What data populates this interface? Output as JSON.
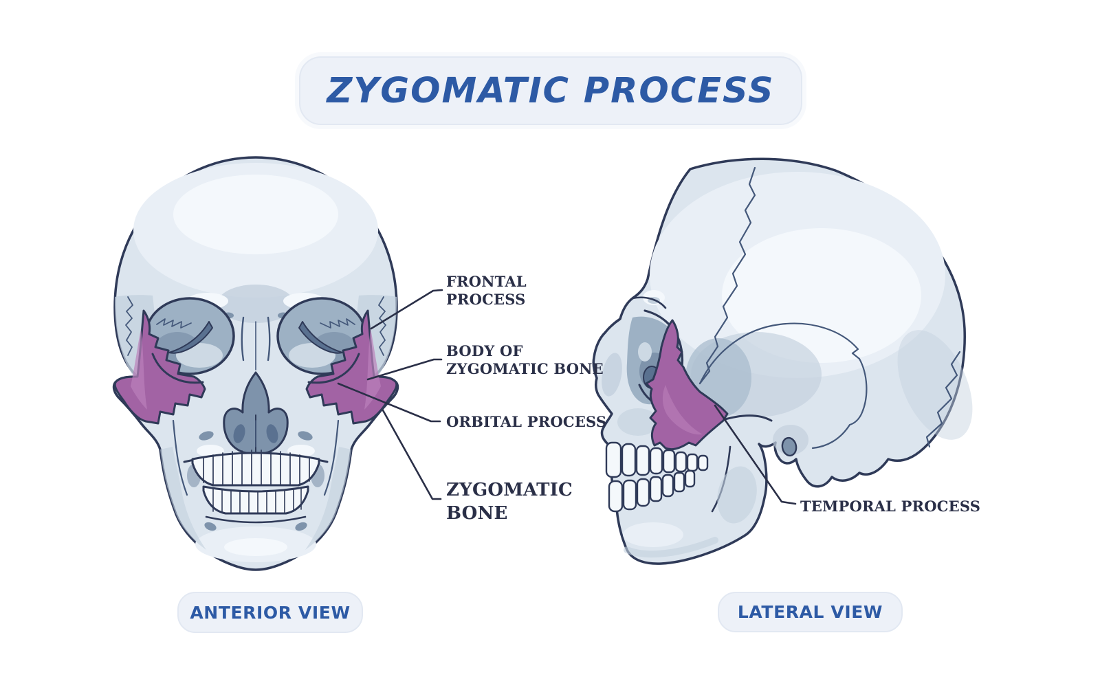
{
  "title": "ZYGOMATIC PROCESS",
  "figures": {
    "anterior": {
      "view_label": "ANTERIOR VIEW",
      "labels": {
        "frontal": "FRONTAL\nPROCESS",
        "body": "BODY OF\nZYGOMATIC BONE",
        "orbital": "ORBITAL PROCESS",
        "zygomatic": "ZYGOMATIC\nBONE"
      }
    },
    "lateral": {
      "view_label": "LATERAL VIEW",
      "labels": {
        "temporal": "TEMPORAL PROCESS"
      }
    }
  },
  "colors": {
    "accent": "#2d5aa5",
    "ink": "#2a2f47",
    "outline": "#2f3a58",
    "suture": "#44587a",
    "bone-base": "#dce5ee",
    "bone-light": "#e9eff6",
    "bone-lighter": "#f4f8fc",
    "bone-shade": "#c3d0dd",
    "bone-deep": "#9db1c4",
    "bone-deepest": "#7e93ab",
    "socket-dark": "#5a7190",
    "purple": "#a263a4",
    "purple-light": "#bb80bb",
    "purple-dark": "#83468c",
    "banner-bg": "#edf1f8",
    "banner-border": "#e2e8f2",
    "teeth": "#f4f8fb"
  }
}
